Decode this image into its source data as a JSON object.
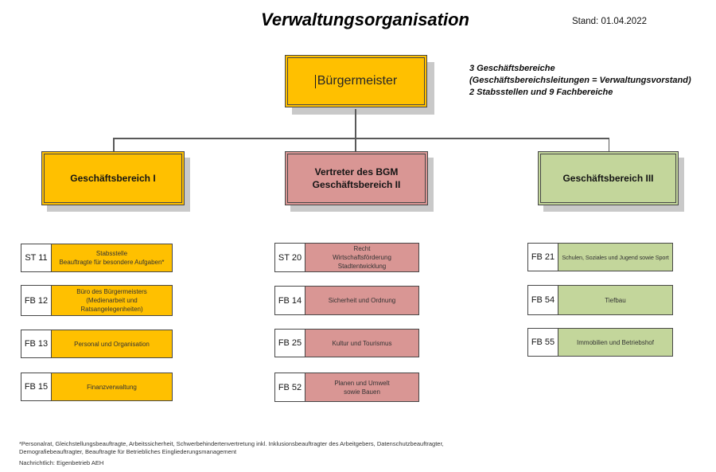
{
  "page": {
    "title": "Verwaltungsorganisation",
    "stand": "Stand: 01.04.2022"
  },
  "root_box": {
    "label": "Bürgermeister"
  },
  "summary_note": "3 Geschäftsbereiche\n(Geschäftsbereichsleitungen = Verwaltungsvorstand)\n2 Stabsstellen und 9 Fachbereiche",
  "branches": [
    {
      "header": "Geschäftsbereich I",
      "color": "#FFC000",
      "items": [
        {
          "code": "ST 11",
          "label": "Stabsstelle\nBeauftragte für besondere Aufgaben*"
        },
        {
          "code": "FB 12",
          "label": "Büro des Bürgermeisters\n(Medienarbeit und\nRatsangelegenheiten)"
        },
        {
          "code": "FB 13",
          "label": "Personal und Organisation"
        },
        {
          "code": "FB 15",
          "label": "Finanzverwaltung"
        }
      ]
    },
    {
      "header": "Vertreter des BGM\nGeschäftsbereich II",
      "color": "#D99694",
      "items": [
        {
          "code": "ST 20",
          "label": "Recht\nWirtschaftsförderung\nStadtentwicklung"
        },
        {
          "code": "FB 14",
          "label": "Sicherheit und Ordnung"
        },
        {
          "code": "FB 25",
          "label": "Kultur und Tourismus"
        },
        {
          "code": "FB 52",
          "label": "Planen und Umwelt\nsowie Bauen"
        }
      ]
    },
    {
      "header": "Geschäftsbereich III",
      "color": "#C3D69B",
      "items": [
        {
          "code": "FB 21",
          "label": "Schulen, Soziales und Jugend sowie Sport"
        },
        {
          "code": "FB 54",
          "label": "Tiefbau"
        },
        {
          "code": "FB 55",
          "label": "Immobilien und Betriebshof"
        }
      ]
    }
  ],
  "footnote": "*Personalrat, Gleichstellungsbeauftragte, Arbeitssicherheit, Schwerbehindertenvertretung inkl. Inklusionsbeauftragter des Arbeitgebers, Datenschutzbeauftragter,\nDemografiebeauftragter, Beauftragte für Betriebliches Eingliederungsmanagement",
  "nachrichtlich": "Nachrichtlich: Eigenbetrieb AEH",
  "colors": {
    "yellow": "#FFC000",
    "rose": "#D99694",
    "green": "#C3D69B",
    "shadow": "#C9C9C9",
    "box_border": "#474747",
    "connector": "#595959"
  }
}
